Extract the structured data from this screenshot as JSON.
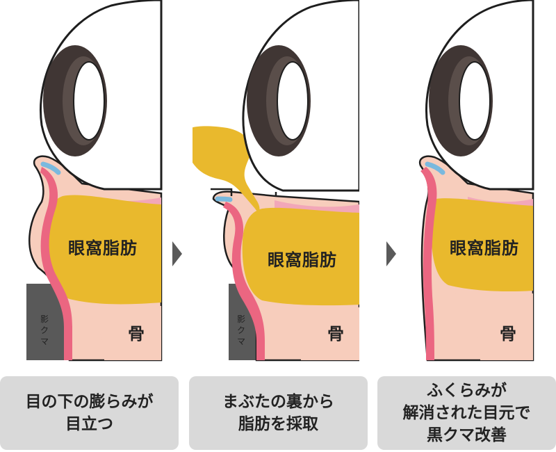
{
  "colors": {
    "skin": "#f7cdbc",
    "muscle": "#eb6681",
    "muscle_light": "#f2a7b8",
    "fat": "#e9b92d",
    "iris": "#403634",
    "iris_ring": "#5a4e4a",
    "septum": "#7ab9de",
    "shadow": "#3c3c3c",
    "outline": "#1e1e1e",
    "caption_bg": "#d9d9d9",
    "arrow": "#5a5a5a"
  },
  "panels": [
    {
      "fat_label": "眼窩脂肪",
      "bone_label": "骨",
      "shadow_label": [
        "影",
        "ク",
        "マ"
      ],
      "caption": [
        "目の下の膨らみが",
        "目立つ"
      ]
    },
    {
      "fat_label": "眼窩脂肪",
      "bone_label": "骨",
      "shadow_label": [
        "影",
        "ク",
        "マ"
      ],
      "caption": [
        "まぶたの裏から",
        "脂肪を採取"
      ]
    },
    {
      "fat_label": "眼窩脂肪",
      "bone_label": "骨",
      "caption": [
        "ふくらみが",
        "解消された目元で",
        "黒クマ改善"
      ]
    }
  ],
  "arrows": [
    "arrow-right-icon",
    "arrow-right-icon"
  ]
}
